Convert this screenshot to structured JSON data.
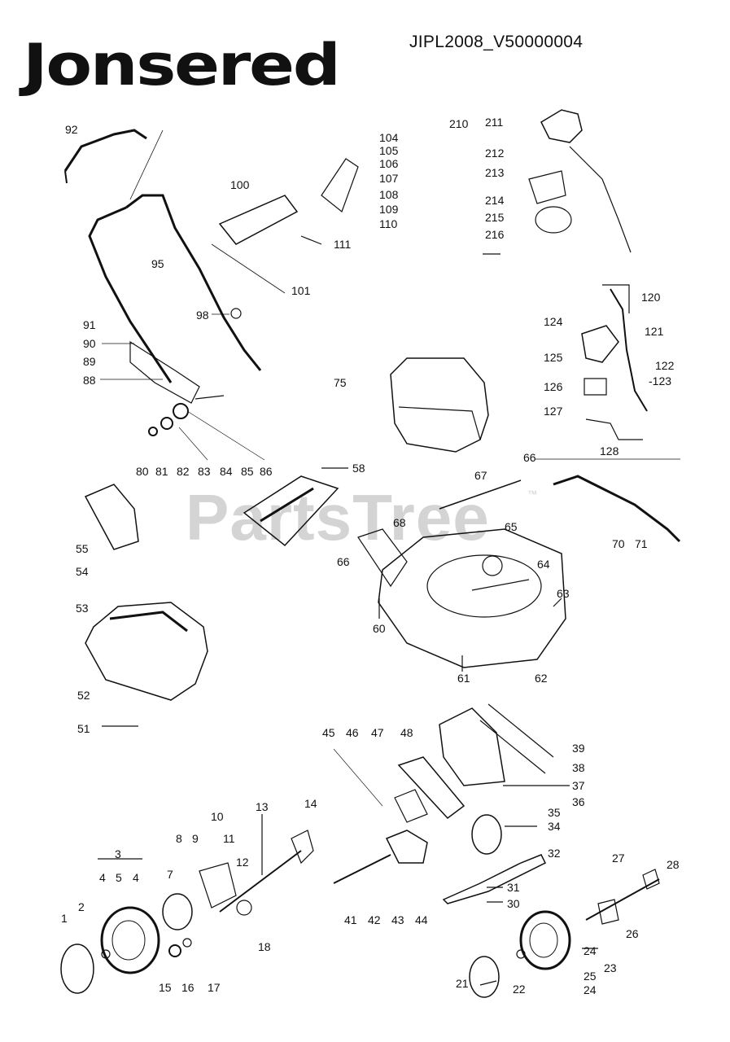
{
  "header": {
    "brand": "Jonsered",
    "doc_id": "JIPL2008_V50000004"
  },
  "watermark": {
    "text": "PartsTree",
    "tm": "™"
  },
  "callouts": [
    {
      "id": "c92",
      "text": "92"
    },
    {
      "id": "c100",
      "text": "100"
    },
    {
      "id": "c104",
      "text": "104"
    },
    {
      "id": "c105",
      "text": "105"
    },
    {
      "id": "c106",
      "text": "106"
    },
    {
      "id": "c107",
      "text": "107"
    },
    {
      "id": "c108",
      "text": "108"
    },
    {
      "id": "c109",
      "text": "109"
    },
    {
      "id": "c110",
      "text": "110"
    },
    {
      "id": "c111",
      "text": "111"
    },
    {
      "id": "c95",
      "text": "95"
    },
    {
      "id": "c101",
      "text": "101"
    },
    {
      "id": "c98",
      "text": "98"
    },
    {
      "id": "c91",
      "text": "91"
    },
    {
      "id": "c90",
      "text": "90"
    },
    {
      "id": "c89",
      "text": "89"
    },
    {
      "id": "c88",
      "text": "88"
    },
    {
      "id": "c75",
      "text": "75"
    },
    {
      "id": "c80",
      "text": "80"
    },
    {
      "id": "c81",
      "text": "81"
    },
    {
      "id": "c82",
      "text": "82"
    },
    {
      "id": "c83",
      "text": "83"
    },
    {
      "id": "c84",
      "text": "84"
    },
    {
      "id": "c85",
      "text": "85"
    },
    {
      "id": "c86",
      "text": "86"
    },
    {
      "id": "c210",
      "text": "210"
    },
    {
      "id": "c211",
      "text": "211"
    },
    {
      "id": "c212",
      "text": "212"
    },
    {
      "id": "c213",
      "text": "213"
    },
    {
      "id": "c214",
      "text": "214"
    },
    {
      "id": "c215",
      "text": "215"
    },
    {
      "id": "c216",
      "text": "216"
    },
    {
      "id": "c120",
      "text": "120"
    },
    {
      "id": "c121",
      "text": "121"
    },
    {
      "id": "c124",
      "text": "124"
    },
    {
      "id": "c125",
      "text": "125"
    },
    {
      "id": "c122",
      "text": "122"
    },
    {
      "id": "c123",
      "text": "-123"
    },
    {
      "id": "c126",
      "text": "126"
    },
    {
      "id": "c127",
      "text": "127"
    },
    {
      "id": "c128",
      "text": "128"
    },
    {
      "id": "c66a",
      "text": "66"
    },
    {
      "id": "c58",
      "text": "58"
    },
    {
      "id": "c67",
      "text": "67"
    },
    {
      "id": "c68",
      "text": "68"
    },
    {
      "id": "c65",
      "text": "65"
    },
    {
      "id": "c66b",
      "text": "66"
    },
    {
      "id": "c64",
      "text": "64"
    },
    {
      "id": "c70",
      "text": "70"
    },
    {
      "id": "c71",
      "text": "71"
    },
    {
      "id": "c55",
      "text": "55"
    },
    {
      "id": "c54",
      "text": "54"
    },
    {
      "id": "c53",
      "text": "53"
    },
    {
      "id": "c63",
      "text": "63"
    },
    {
      "id": "c60",
      "text": "60"
    },
    {
      "id": "c61",
      "text": "61"
    },
    {
      "id": "c62",
      "text": "62"
    },
    {
      "id": "c52",
      "text": "52"
    },
    {
      "id": "c51",
      "text": "51"
    },
    {
      "id": "c45",
      "text": "45"
    },
    {
      "id": "c46",
      "text": "46"
    },
    {
      "id": "c47",
      "text": "47"
    },
    {
      "id": "c48",
      "text": "48"
    },
    {
      "id": "c39",
      "text": "39"
    },
    {
      "id": "c38",
      "text": "38"
    },
    {
      "id": "c37",
      "text": "37"
    },
    {
      "id": "c36",
      "text": "36"
    },
    {
      "id": "c35",
      "text": "35"
    },
    {
      "id": "c34",
      "text": "34"
    },
    {
      "id": "c32",
      "text": "32"
    },
    {
      "id": "c31",
      "text": "31"
    },
    {
      "id": "c30",
      "text": "30"
    },
    {
      "id": "c41",
      "text": "41"
    },
    {
      "id": "c42",
      "text": "42"
    },
    {
      "id": "c43",
      "text": "43"
    },
    {
      "id": "c44",
      "text": "44"
    },
    {
      "id": "c13",
      "text": "13"
    },
    {
      "id": "c14",
      "text": "14"
    },
    {
      "id": "c10",
      "text": "10"
    },
    {
      "id": "c8",
      "text": "8"
    },
    {
      "id": "c9",
      "text": "9"
    },
    {
      "id": "c11",
      "text": "11"
    },
    {
      "id": "c12",
      "text": "12"
    },
    {
      "id": "c3",
      "text": "3"
    },
    {
      "id": "c4a",
      "text": "4"
    },
    {
      "id": "c5",
      "text": "5"
    },
    {
      "id": "c4b",
      "text": "4"
    },
    {
      "id": "c7",
      "text": "7"
    },
    {
      "id": "c1",
      "text": "1"
    },
    {
      "id": "c2",
      "text": "2"
    },
    {
      "id": "c18",
      "text": "18"
    },
    {
      "id": "c15",
      "text": "15"
    },
    {
      "id": "c16",
      "text": "16"
    },
    {
      "id": "c17",
      "text": "17"
    },
    {
      "id": "c27",
      "text": "27"
    },
    {
      "id": "c28",
      "text": "28"
    },
    {
      "id": "c26",
      "text": "26"
    },
    {
      "id": "c24a",
      "text": "24"
    },
    {
      "id": "c23",
      "text": "23"
    },
    {
      "id": "c25",
      "text": "25"
    },
    {
      "id": "c24b",
      "text": "24"
    },
    {
      "id": "c21",
      "text": "21"
    },
    {
      "id": "c22",
      "text": "22"
    }
  ]
}
